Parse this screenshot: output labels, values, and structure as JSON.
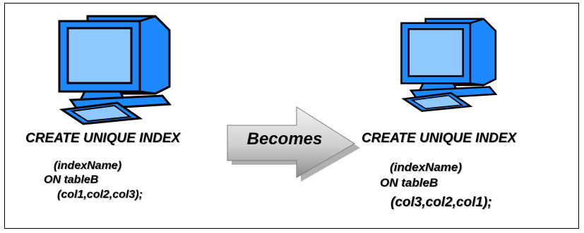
{
  "left_panel": {
    "icon": "desktop-computer-icon",
    "sql_lines": [
      "CREATE UNIQUE INDEX",
      "(indexName)",
      "ON tableB",
      "(col1,col2,col3);"
    ]
  },
  "arrow": {
    "label": "Becomes"
  },
  "right_panel": {
    "icon": "desktop-computer-icon",
    "sql_lines": [
      "CREATE UNIQUE INDEX",
      "(indexName)",
      "ON tableB",
      "(col3,col2,col1);"
    ]
  },
  "colors": {
    "monitor_blue": "#1e88ff",
    "screen_light": "#8fc8ff",
    "outline": "#000000",
    "arrow_fill_light": "#f2f2f2",
    "arrow_fill_dark": "#8c8c8c",
    "arrow_shadow": "#b0b0b0"
  }
}
